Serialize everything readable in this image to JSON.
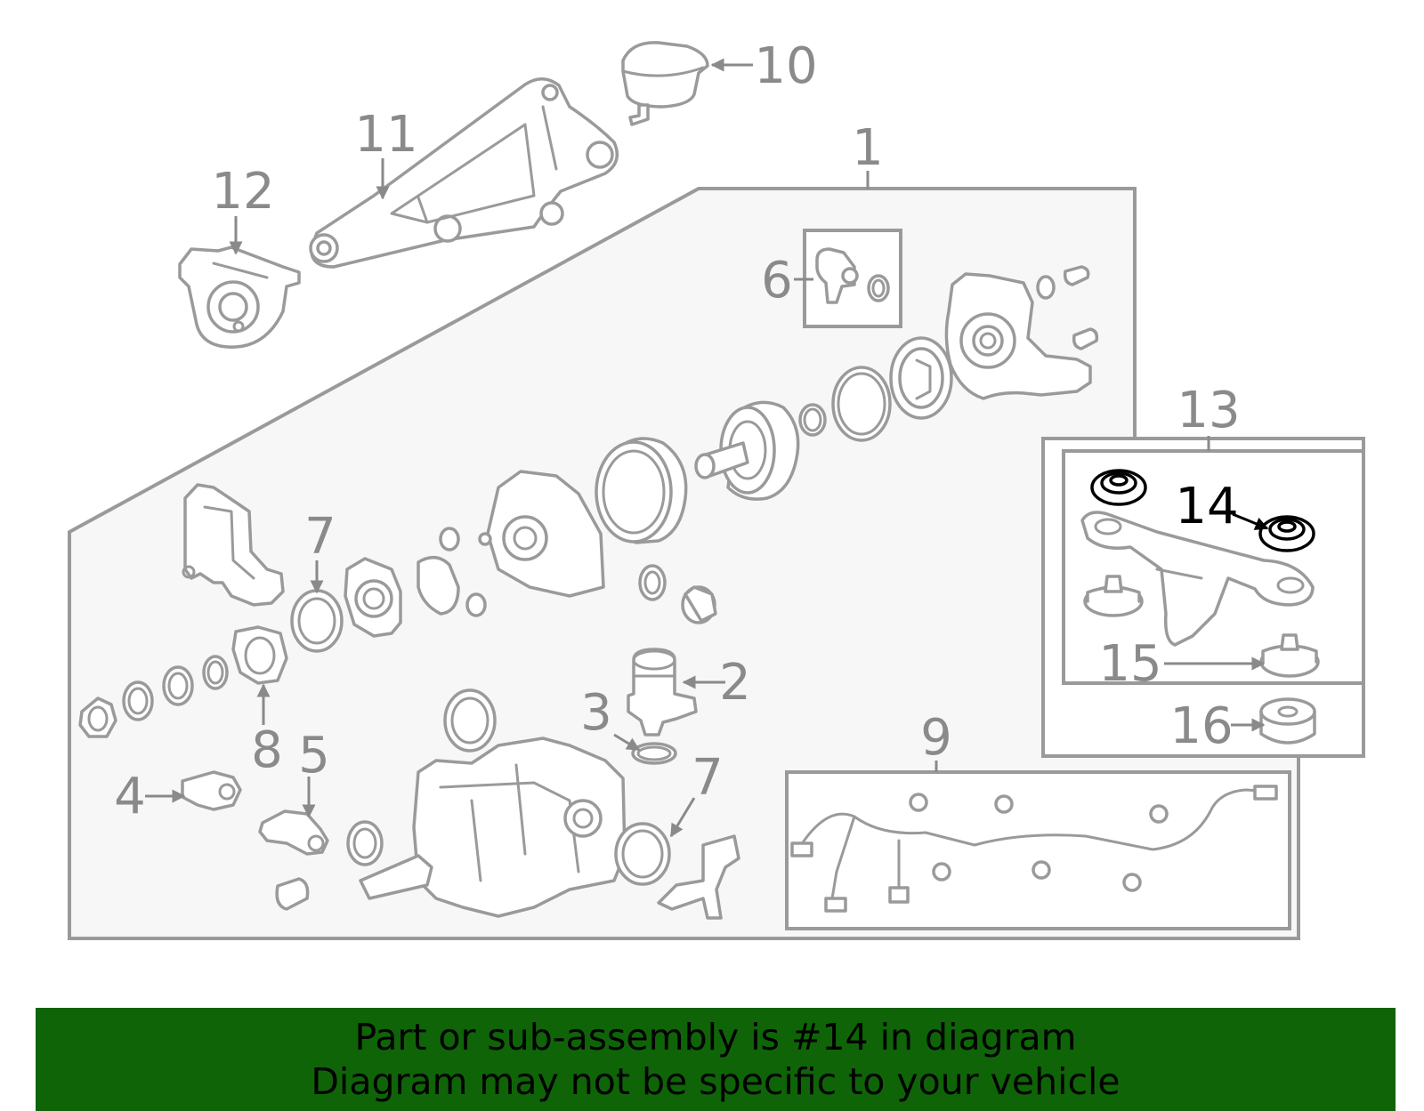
{
  "diagram": {
    "callouts": {
      "c1": "1",
      "c2": "2",
      "c3": "3",
      "c4": "4",
      "c5": "5",
      "c6": "6",
      "c7a": "7",
      "c7b": "7",
      "c8": "8",
      "c9": "9",
      "c10": "10",
      "c11": "11",
      "c12": "12",
      "c13": "13",
      "c14": "14",
      "c15": "15",
      "c16": "16"
    },
    "highlighted_callout": "14",
    "colors": {
      "line": "#9a9a9a",
      "highlight": "#000000",
      "assembly_fill": "#f7f7f7",
      "banner_bg": "#0f6408"
    }
  },
  "banner": {
    "line1": "Part or sub-assembly is #14 in diagram",
    "line2": "Diagram may not be specific to your vehicle"
  }
}
